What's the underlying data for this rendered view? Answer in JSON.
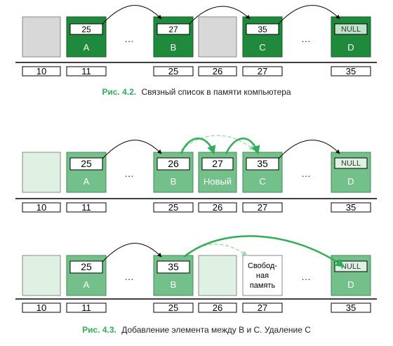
{
  "colors": {
    "node_dark": "#1f8a3c",
    "node_light": "#74c08a",
    "empty_gray": "#d8d8d8",
    "empty_mint": "#dff1e3",
    "accent_arrow": "#2fae55",
    "dashed_arrow": "#9fdcb0",
    "caption_label": "#2fae55"
  },
  "figure_4_2": {
    "nodes": {
      "a": "A",
      "b": "B",
      "c": "C",
      "d": "D"
    },
    "pointers": {
      "a": "25",
      "b": "27",
      "c": "35",
      "d": "NULL"
    },
    "ellipsis": "…",
    "addresses": [
      "10",
      "11",
      "25",
      "26",
      "27",
      "35"
    ],
    "caption_label": "Рис. 4.2.",
    "caption_text": "Связный список в памяти компьютера"
  },
  "figure_4_3_add": {
    "nodes": {
      "a": "A",
      "b": "B",
      "new": "Новый",
      "c": "C",
      "d": "D"
    },
    "pointers": {
      "a": "25",
      "b": "26",
      "new": "27",
      "c": "35",
      "d": "NULL"
    },
    "ellipsis": "…",
    "addresses": [
      "10",
      "11",
      "25",
      "26",
      "27",
      "35"
    ]
  },
  "figure_4_3_delete": {
    "nodes": {
      "a": "A",
      "b": "B",
      "d": "D"
    },
    "pointers": {
      "a": "25",
      "b": "35",
      "d": "NULL"
    },
    "free_memory": [
      "Свобод-",
      "ная",
      "память"
    ],
    "ellipsis": "…",
    "addresses": [
      "10",
      "11",
      "25",
      "26",
      "27",
      "35"
    ],
    "caption_label": "Рис. 4.3.",
    "caption_text": "Добавление элемента между B и C. Удаление C"
  }
}
